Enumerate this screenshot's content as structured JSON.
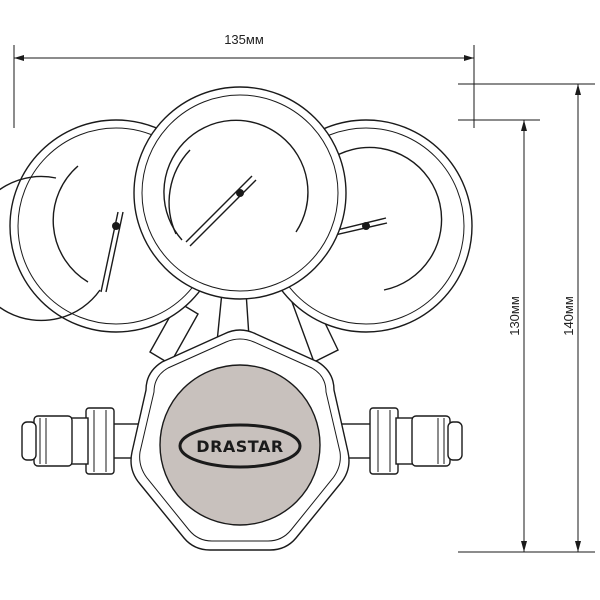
{
  "dimensions": {
    "width_label": "135мм",
    "height_inner_label": "130мм",
    "height_outer_label": "140мм"
  },
  "brand": {
    "logo_text": "DRASTAR"
  },
  "colors": {
    "line": "#1a1a1a",
    "body_face": "#c8c1bd",
    "background": "#ffffff"
  }
}
